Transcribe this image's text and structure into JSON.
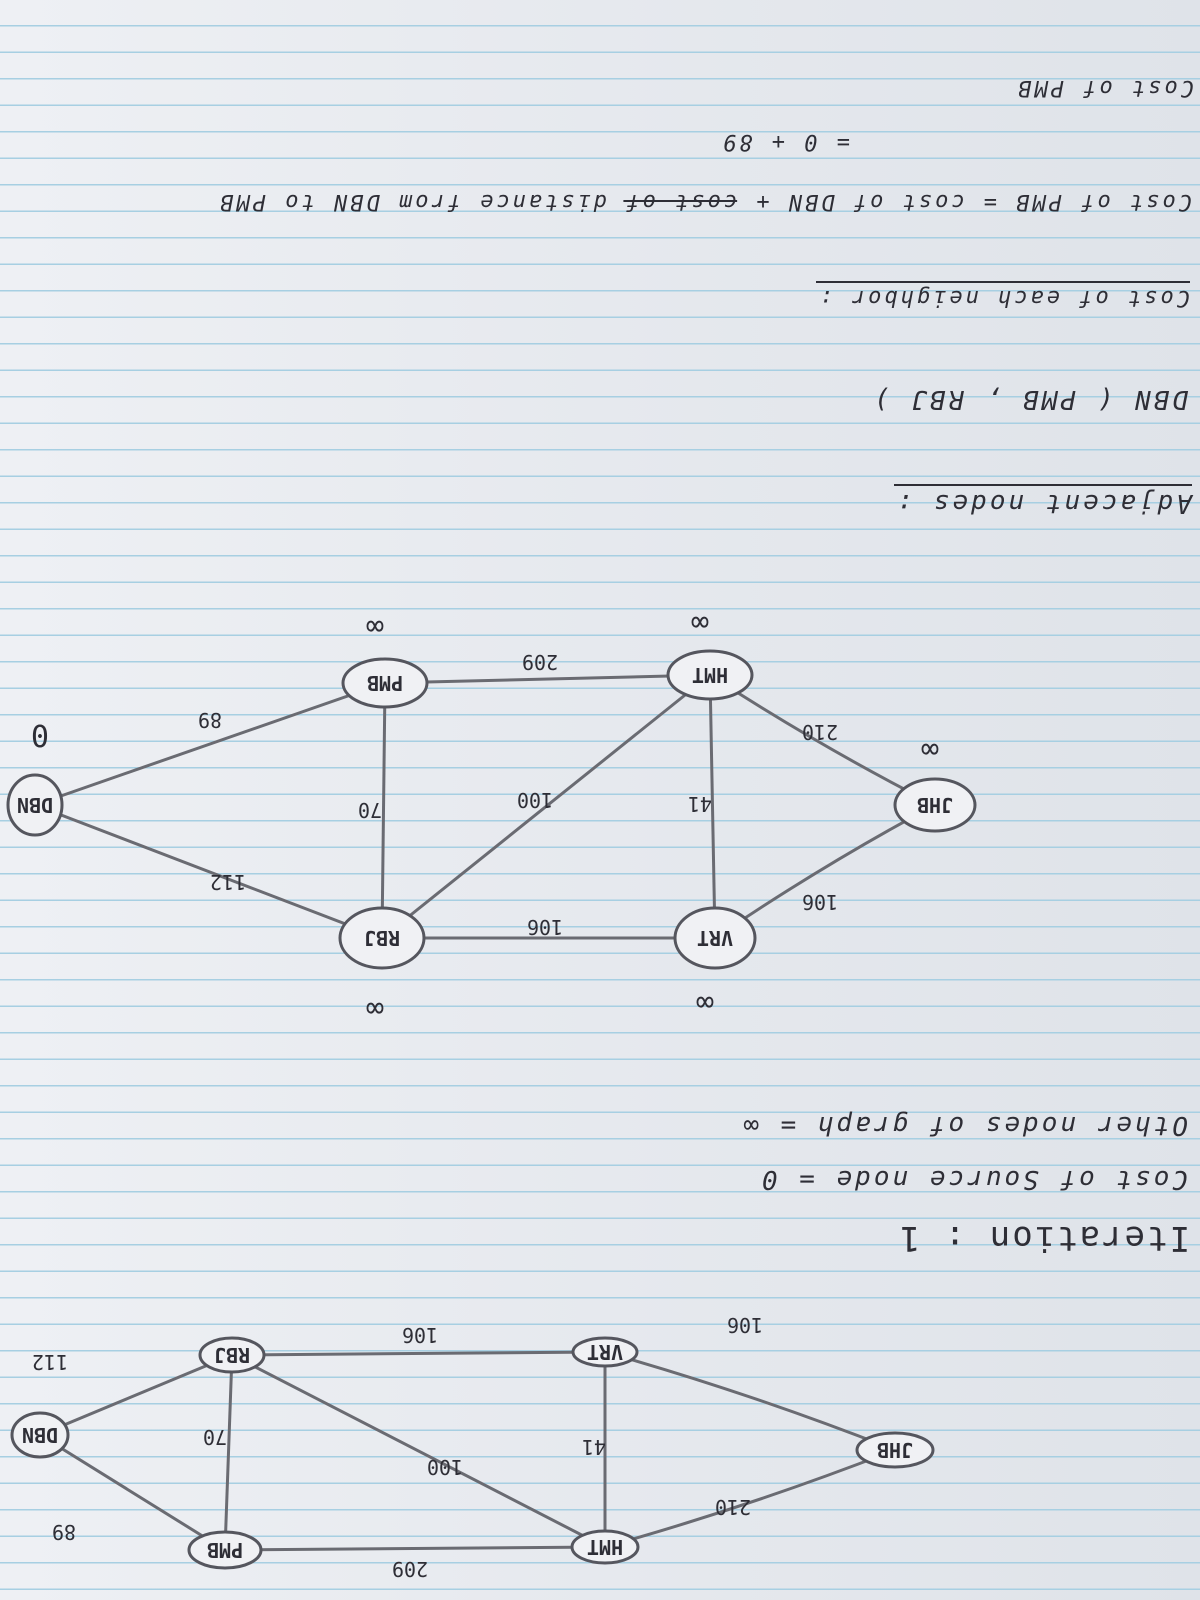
{
  "graph1": {
    "nodes": [
      {
        "id": "DBN",
        "label": "DBN"
      },
      {
        "id": "PMB",
        "label": "PMB"
      },
      {
        "id": "RBJ",
        "label": "RBJ"
      },
      {
        "id": "HMT",
        "label": "HMT"
      },
      {
        "id": "VRT",
        "label": "VRT"
      },
      {
        "id": "JHB",
        "label": "JHB"
      }
    ],
    "edges": [
      {
        "from": "DBN",
        "to": "PMB",
        "weight": "89"
      },
      {
        "from": "DBN",
        "to": "RBJ",
        "weight": "112"
      },
      {
        "from": "PMB",
        "to": "RBJ",
        "weight": "70"
      },
      {
        "from": "PMB",
        "to": "HMT",
        "weight": "209"
      },
      {
        "from": "RBJ",
        "to": "HMT",
        "weight": "100"
      },
      {
        "from": "RBJ",
        "to": "VRT",
        "weight": "106"
      },
      {
        "from": "HMT",
        "to": "VRT",
        "weight": "41"
      },
      {
        "from": "HMT",
        "to": "JHB",
        "weight": "210"
      },
      {
        "from": "JHB",
        "to": "VRT",
        "weight": "106"
      }
    ]
  },
  "iteration_title": "Iteration : 1",
  "cost_source": "Cost of Source node = 0",
  "other_nodes": "Other nodes of graph = ∞",
  "graph2": {
    "nodes": [
      {
        "id": "DBN",
        "label": "DBN",
        "dist": "0"
      },
      {
        "id": "PMB",
        "label": "PMB",
        "dist": "∞"
      },
      {
        "id": "RBJ",
        "label": "RBJ",
        "dist": "∞"
      },
      {
        "id": "HMT",
        "label": "HMT",
        "dist": "∞"
      },
      {
        "id": "VRT",
        "label": "VRT",
        "dist": "∞"
      },
      {
        "id": "JHB",
        "label": "JHB",
        "dist": "∞"
      }
    ],
    "edges": [
      {
        "from": "DBN",
        "to": "PMB",
        "weight": "89"
      },
      {
        "from": "DBN",
        "to": "RBJ",
        "weight": "112"
      },
      {
        "from": "PMB",
        "to": "RBJ",
        "weight": "70"
      },
      {
        "from": "PMB",
        "to": "HMT",
        "weight": "209"
      },
      {
        "from": "RBJ",
        "to": "HMT",
        "weight": "100"
      },
      {
        "from": "RBJ",
        "to": "VRT",
        "weight": "106"
      },
      {
        "from": "HMT",
        "to": "VRT",
        "weight": "41"
      },
      {
        "from": "HMT",
        "to": "JHB",
        "weight": "210"
      },
      {
        "from": "JHB",
        "to": "VRT",
        "weight": "106"
      }
    ]
  },
  "adjacent_heading": "Adjacent nodes :",
  "adjacent_list": "DBN ( PMB , RBJ )",
  "cost_neighbor_heading": "Cost of each neighbor :",
  "cost_pmb_line1_a": "Cost of PMB  =  cost of DBN + ",
  "cost_pmb_line1_strike": "cost of",
  "cost_pmb_line1_b": " distance from DBN to PMB",
  "cost_pmb_line2": "= 0 + 89",
  "cost_pmb_line3": "Cost of PMB"
}
